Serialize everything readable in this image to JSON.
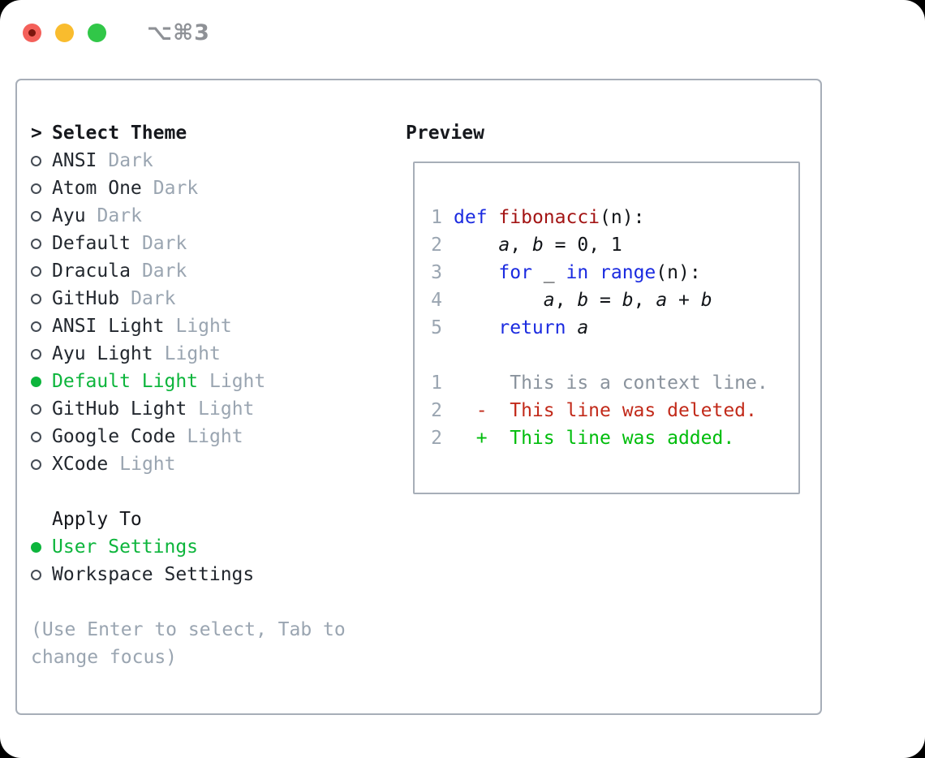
{
  "window": {
    "shortcut_label": "⌥⌘3",
    "traffic_lights": [
      "close-button",
      "minimize-button",
      "zoom-button"
    ]
  },
  "colors": {
    "accent_green": "#0db53c",
    "added_green": "#00bd0c",
    "deleted_red": "#c22a1a",
    "keyword_blue": "#1b2be0",
    "function_red": "#a31515",
    "muted_gray": "#9aa5b1",
    "context_gray": "#8a939d",
    "border_gray": "#a7aeb8",
    "traffic_red": "#f4605a",
    "traffic_red_dot": "#7c150d",
    "traffic_yellow": "#f9bc2e",
    "traffic_green": "#31c748"
  },
  "theme_panel": {
    "prompt": ">",
    "title": "Select Theme",
    "themes": [
      {
        "name": "ANSI",
        "variant": "Dark",
        "selected": false
      },
      {
        "name": "Atom One",
        "variant": "Dark",
        "selected": false
      },
      {
        "name": "Ayu",
        "variant": "Dark",
        "selected": false
      },
      {
        "name": "Default",
        "variant": "Dark",
        "selected": false
      },
      {
        "name": "Dracula",
        "variant": "Dark",
        "selected": false
      },
      {
        "name": "GitHub",
        "variant": "Dark",
        "selected": false
      },
      {
        "name": "ANSI Light",
        "variant": "Light",
        "selected": false
      },
      {
        "name": "Ayu Light",
        "variant": "Light",
        "selected": false
      },
      {
        "name": "Default Light",
        "variant": "Light",
        "selected": true
      },
      {
        "name": "GitHub Light",
        "variant": "Light",
        "selected": false
      },
      {
        "name": "Google Code",
        "variant": "Light",
        "selected": false
      },
      {
        "name": "XCode",
        "variant": "Light",
        "selected": false
      }
    ],
    "apply_to": {
      "title": "Apply To",
      "options": [
        {
          "label": "User Settings",
          "selected": true
        },
        {
          "label": "Workspace Settings",
          "selected": false
        }
      ]
    },
    "hint_lines": [
      "(Use Enter to select, Tab to",
      "change focus)"
    ]
  },
  "preview": {
    "title": "Preview",
    "code": [
      {
        "num": "1",
        "tokens": [
          {
            "type": "keyword",
            "text": "def"
          },
          {
            "type": "plain",
            "text": " "
          },
          {
            "type": "function",
            "text": "fibonacci"
          },
          {
            "type": "plain",
            "text": "(n):"
          }
        ]
      },
      {
        "num": "2",
        "tokens": [
          {
            "type": "plain",
            "text": "    "
          },
          {
            "type": "variable",
            "text": "a"
          },
          {
            "type": "plain",
            "text": ", "
          },
          {
            "type": "variable",
            "text": "b"
          },
          {
            "type": "plain",
            "text": " = 0, 1"
          }
        ]
      },
      {
        "num": "3",
        "tokens": [
          {
            "type": "plain",
            "text": "    "
          },
          {
            "type": "keyword",
            "text": "for"
          },
          {
            "type": "plain",
            "text": " _ "
          },
          {
            "type": "keyword",
            "text": "in"
          },
          {
            "type": "plain",
            "text": " "
          },
          {
            "type": "keyword",
            "text": "range"
          },
          {
            "type": "plain",
            "text": "(n):"
          }
        ]
      },
      {
        "num": "4",
        "tokens": [
          {
            "type": "plain",
            "text": "        "
          },
          {
            "type": "variable",
            "text": "a"
          },
          {
            "type": "plain",
            "text": ", "
          },
          {
            "type": "variable",
            "text": "b"
          },
          {
            "type": "plain",
            "text": " = "
          },
          {
            "type": "variable",
            "text": "b"
          },
          {
            "type": "plain",
            "text": ", "
          },
          {
            "type": "variable",
            "text": "a"
          },
          {
            "type": "plain",
            "text": " + "
          },
          {
            "type": "variable",
            "text": "b"
          }
        ]
      },
      {
        "num": "5",
        "tokens": [
          {
            "type": "plain",
            "text": "    "
          },
          {
            "type": "keyword",
            "text": "return"
          },
          {
            "type": "plain",
            "text": " "
          },
          {
            "type": "variable",
            "text": "a"
          }
        ]
      }
    ],
    "diff": [
      {
        "num": "1",
        "type": "context",
        "text": "     This is a context line."
      },
      {
        "num": "2",
        "type": "deleted",
        "text": "  -  This line was deleted."
      },
      {
        "num": "2",
        "type": "added",
        "text": "  +  This line was added."
      }
    ]
  }
}
